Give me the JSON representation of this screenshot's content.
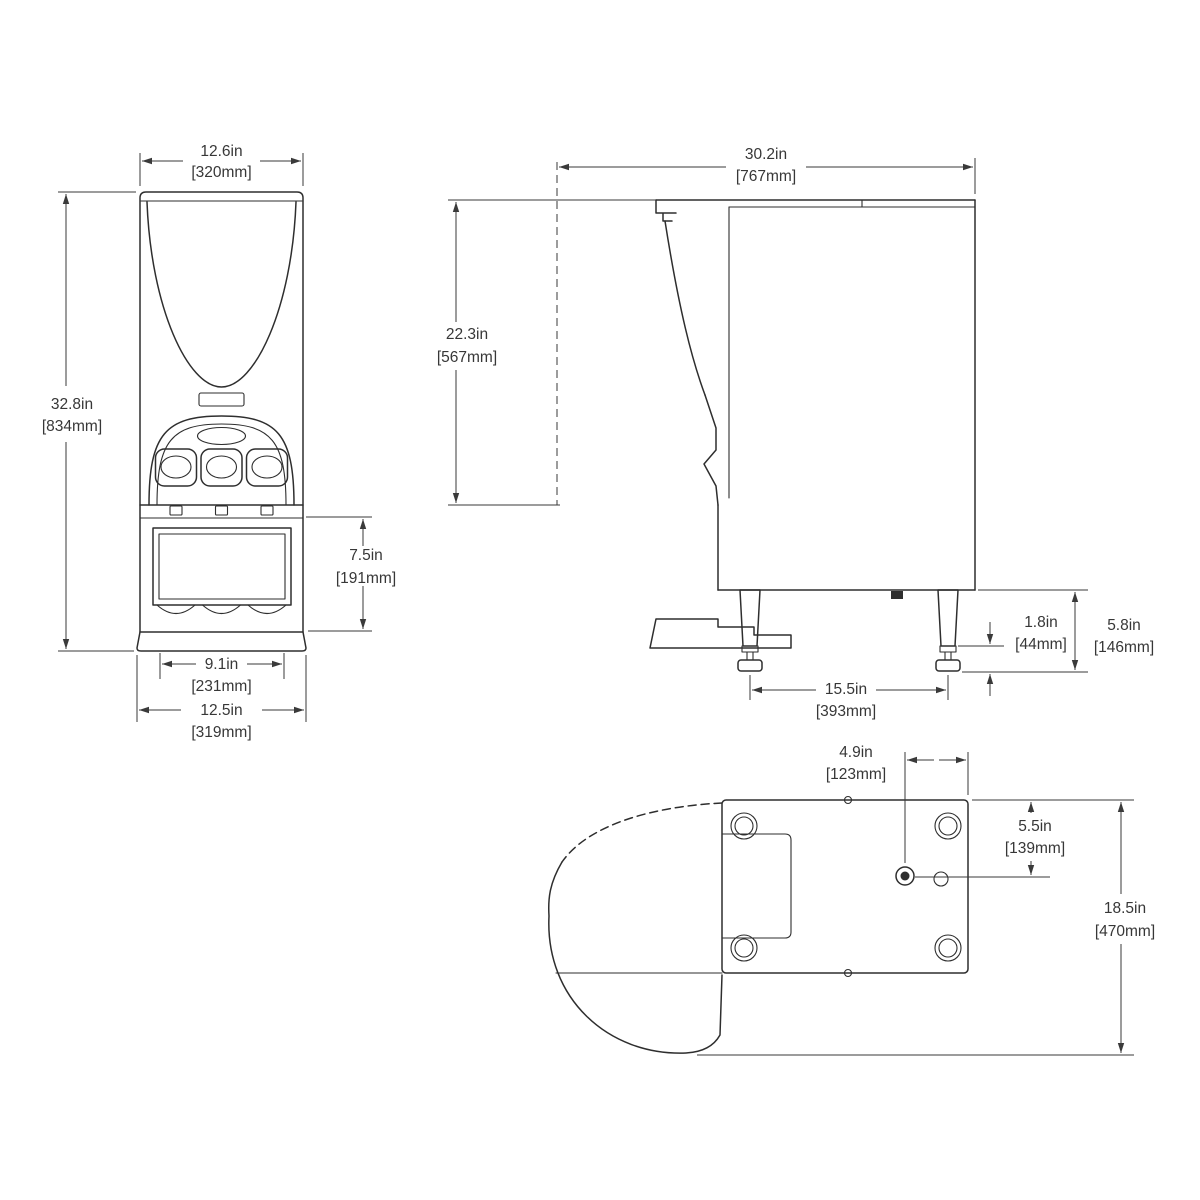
{
  "front_view": {
    "width_top": {
      "in": "12.6in",
      "mm": "[320mm]"
    },
    "height_overall": {
      "in": "32.8in",
      "mm": "[834mm]"
    },
    "door_height": {
      "in": "7.5in",
      "mm": "[191mm]"
    },
    "width_inner": {
      "in": "9.1in",
      "mm": "[231mm]"
    },
    "width_base": {
      "in": "12.5in",
      "mm": "[319mm]"
    }
  },
  "side_view": {
    "depth_overall": {
      "in": "30.2in",
      "mm": "[767mm]"
    },
    "height_upper": {
      "in": "22.3in",
      "mm": "[567mm]"
    },
    "foot_adjust": {
      "in": "1.8in",
      "mm": "[44mm]"
    },
    "foot_height": {
      "in": "5.8in",
      "mm": "[146mm]"
    },
    "leg_spacing": {
      "in": "15.5in",
      "mm": "[393mm]"
    }
  },
  "bottom_view": {
    "drain_to_edge": {
      "in": "4.9in",
      "mm": "[123mm]"
    },
    "drain_to_side": {
      "in": "5.5in",
      "mm": "[139mm]"
    },
    "width_overall": {
      "in": "18.5in",
      "mm": "[470mm]"
    }
  },
  "line_color": "#2e2e2e",
  "dim_color": "#3a3a3a"
}
